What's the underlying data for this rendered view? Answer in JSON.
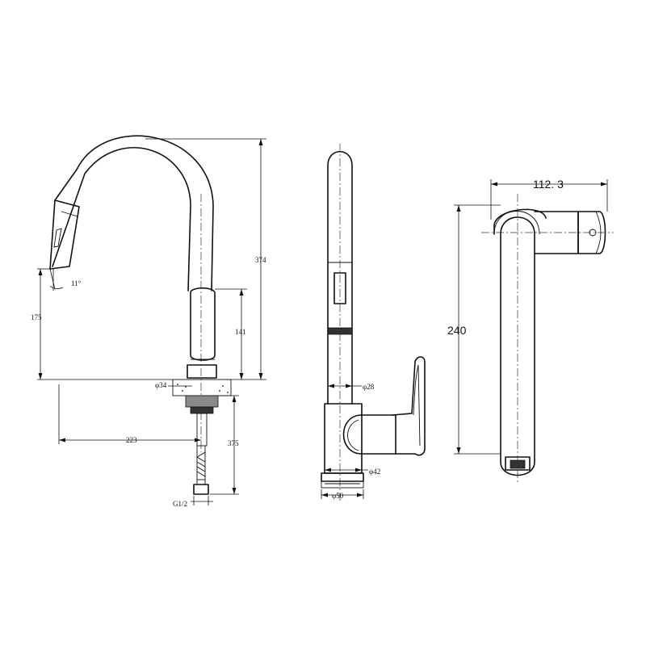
{
  "dimensions": {
    "height_total": "374",
    "spout_height": "175",
    "spout_angle": "11°",
    "body_height": "141",
    "hole_diameter": "φ34",
    "reach": "223",
    "hose_length": "375",
    "connector": "G1/2",
    "spout_diameter": "φ28",
    "body_diameter": "φ42",
    "base_diameter": "φ50",
    "handle_projection": "112. 3",
    "top_height": "240"
  }
}
